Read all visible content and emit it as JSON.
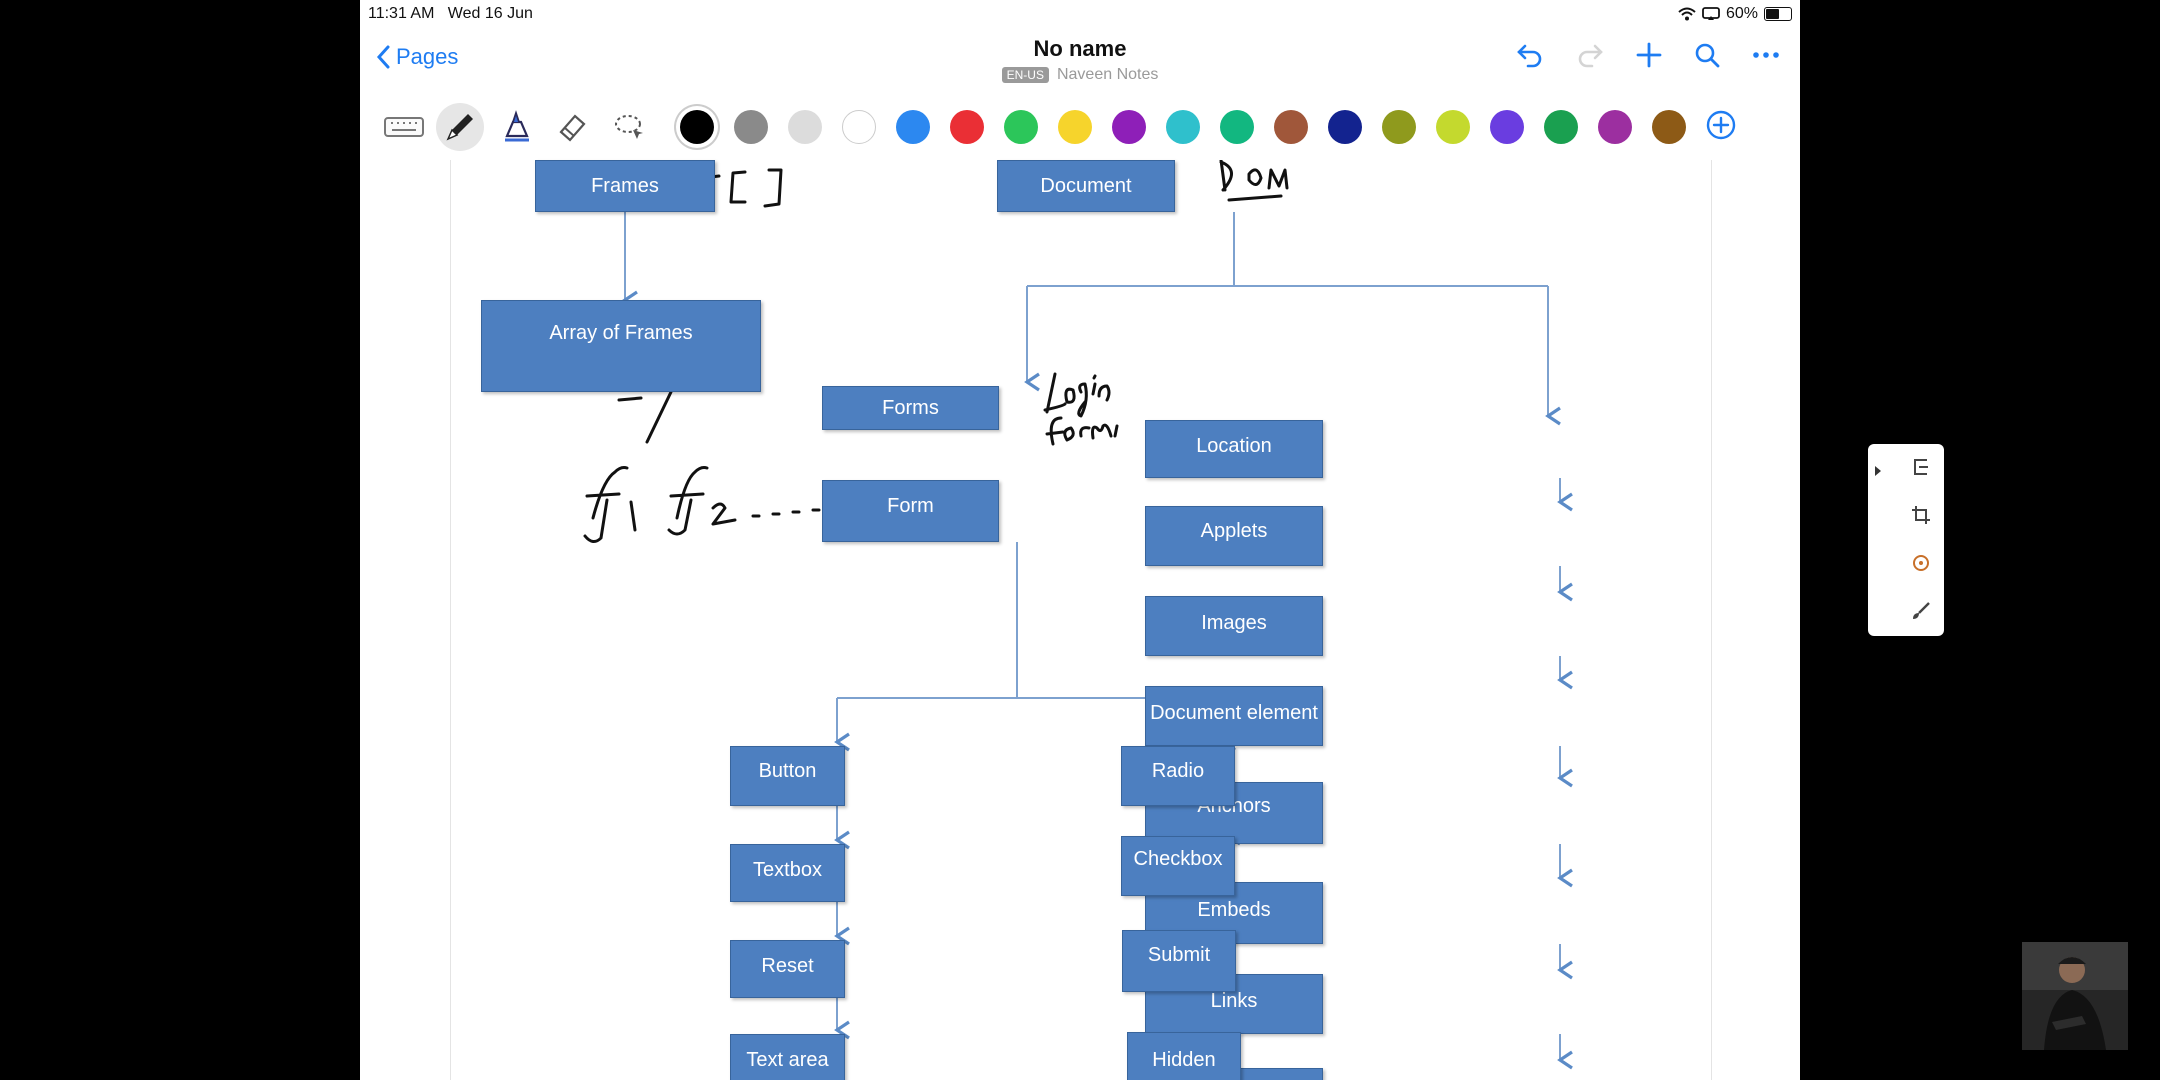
{
  "status": {
    "time": "11:31 AM",
    "date": "Wed 16 Jun",
    "battery": "60%",
    "battery_level": 0.6
  },
  "nav": {
    "back_label": "Pages",
    "title": "No name",
    "language": "EN-US",
    "subtitle": "Naveen Notes"
  },
  "toolbar": {
    "tools": [
      "keyboard-icon",
      "pen-icon",
      "highlighter-icon",
      "eraser-icon",
      "lasso-icon"
    ],
    "colors": [
      "#000000",
      "#8a8a8a",
      "#dcdcdc",
      "#ffffff",
      "#2c88f0",
      "#ea2f35",
      "#2cc65a",
      "#f6d42c",
      "#8e1fb8",
      "#2fc0cc",
      "#12b780",
      "#a0573a",
      "#13238f",
      "#8f9a1d",
      "#c4d92e",
      "#6a3de0",
      "#1aa050",
      "#9c2fa0",
      "#8d5a16"
    ],
    "selected_color": 0
  },
  "diagram": {
    "frames": "Frames",
    "array_of_frames": "Array of Frames",
    "document": "Document",
    "forms": "Forms",
    "form": "Form",
    "location": "Location",
    "applets": "Applets",
    "images": "Images",
    "document_element": "Document element",
    "anchors": "Anchors",
    "embeds": "Embeds",
    "links": "Links",
    "button": "Button",
    "textbox": "Textbox",
    "reset": "Reset",
    "text_area": "Text area",
    "radio": "Radio",
    "checkbox": "Checkbox",
    "submit": "Submit",
    "hidden": "Hidden"
  }
}
